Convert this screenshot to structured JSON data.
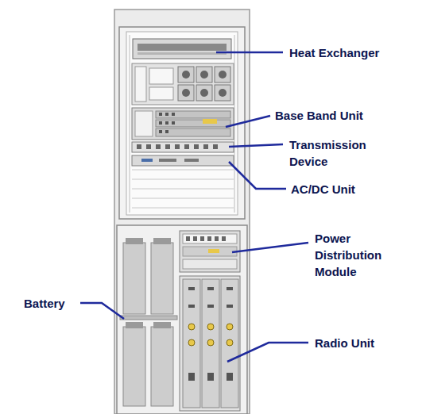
{
  "diagram": {
    "labels": [
      "Heat Exchanger",
      "Base Band Unit",
      "Transmission Device",
      "AC/DC Unit",
      "Power Distribution Module",
      "Battery",
      "Radio Unit"
    ]
  }
}
